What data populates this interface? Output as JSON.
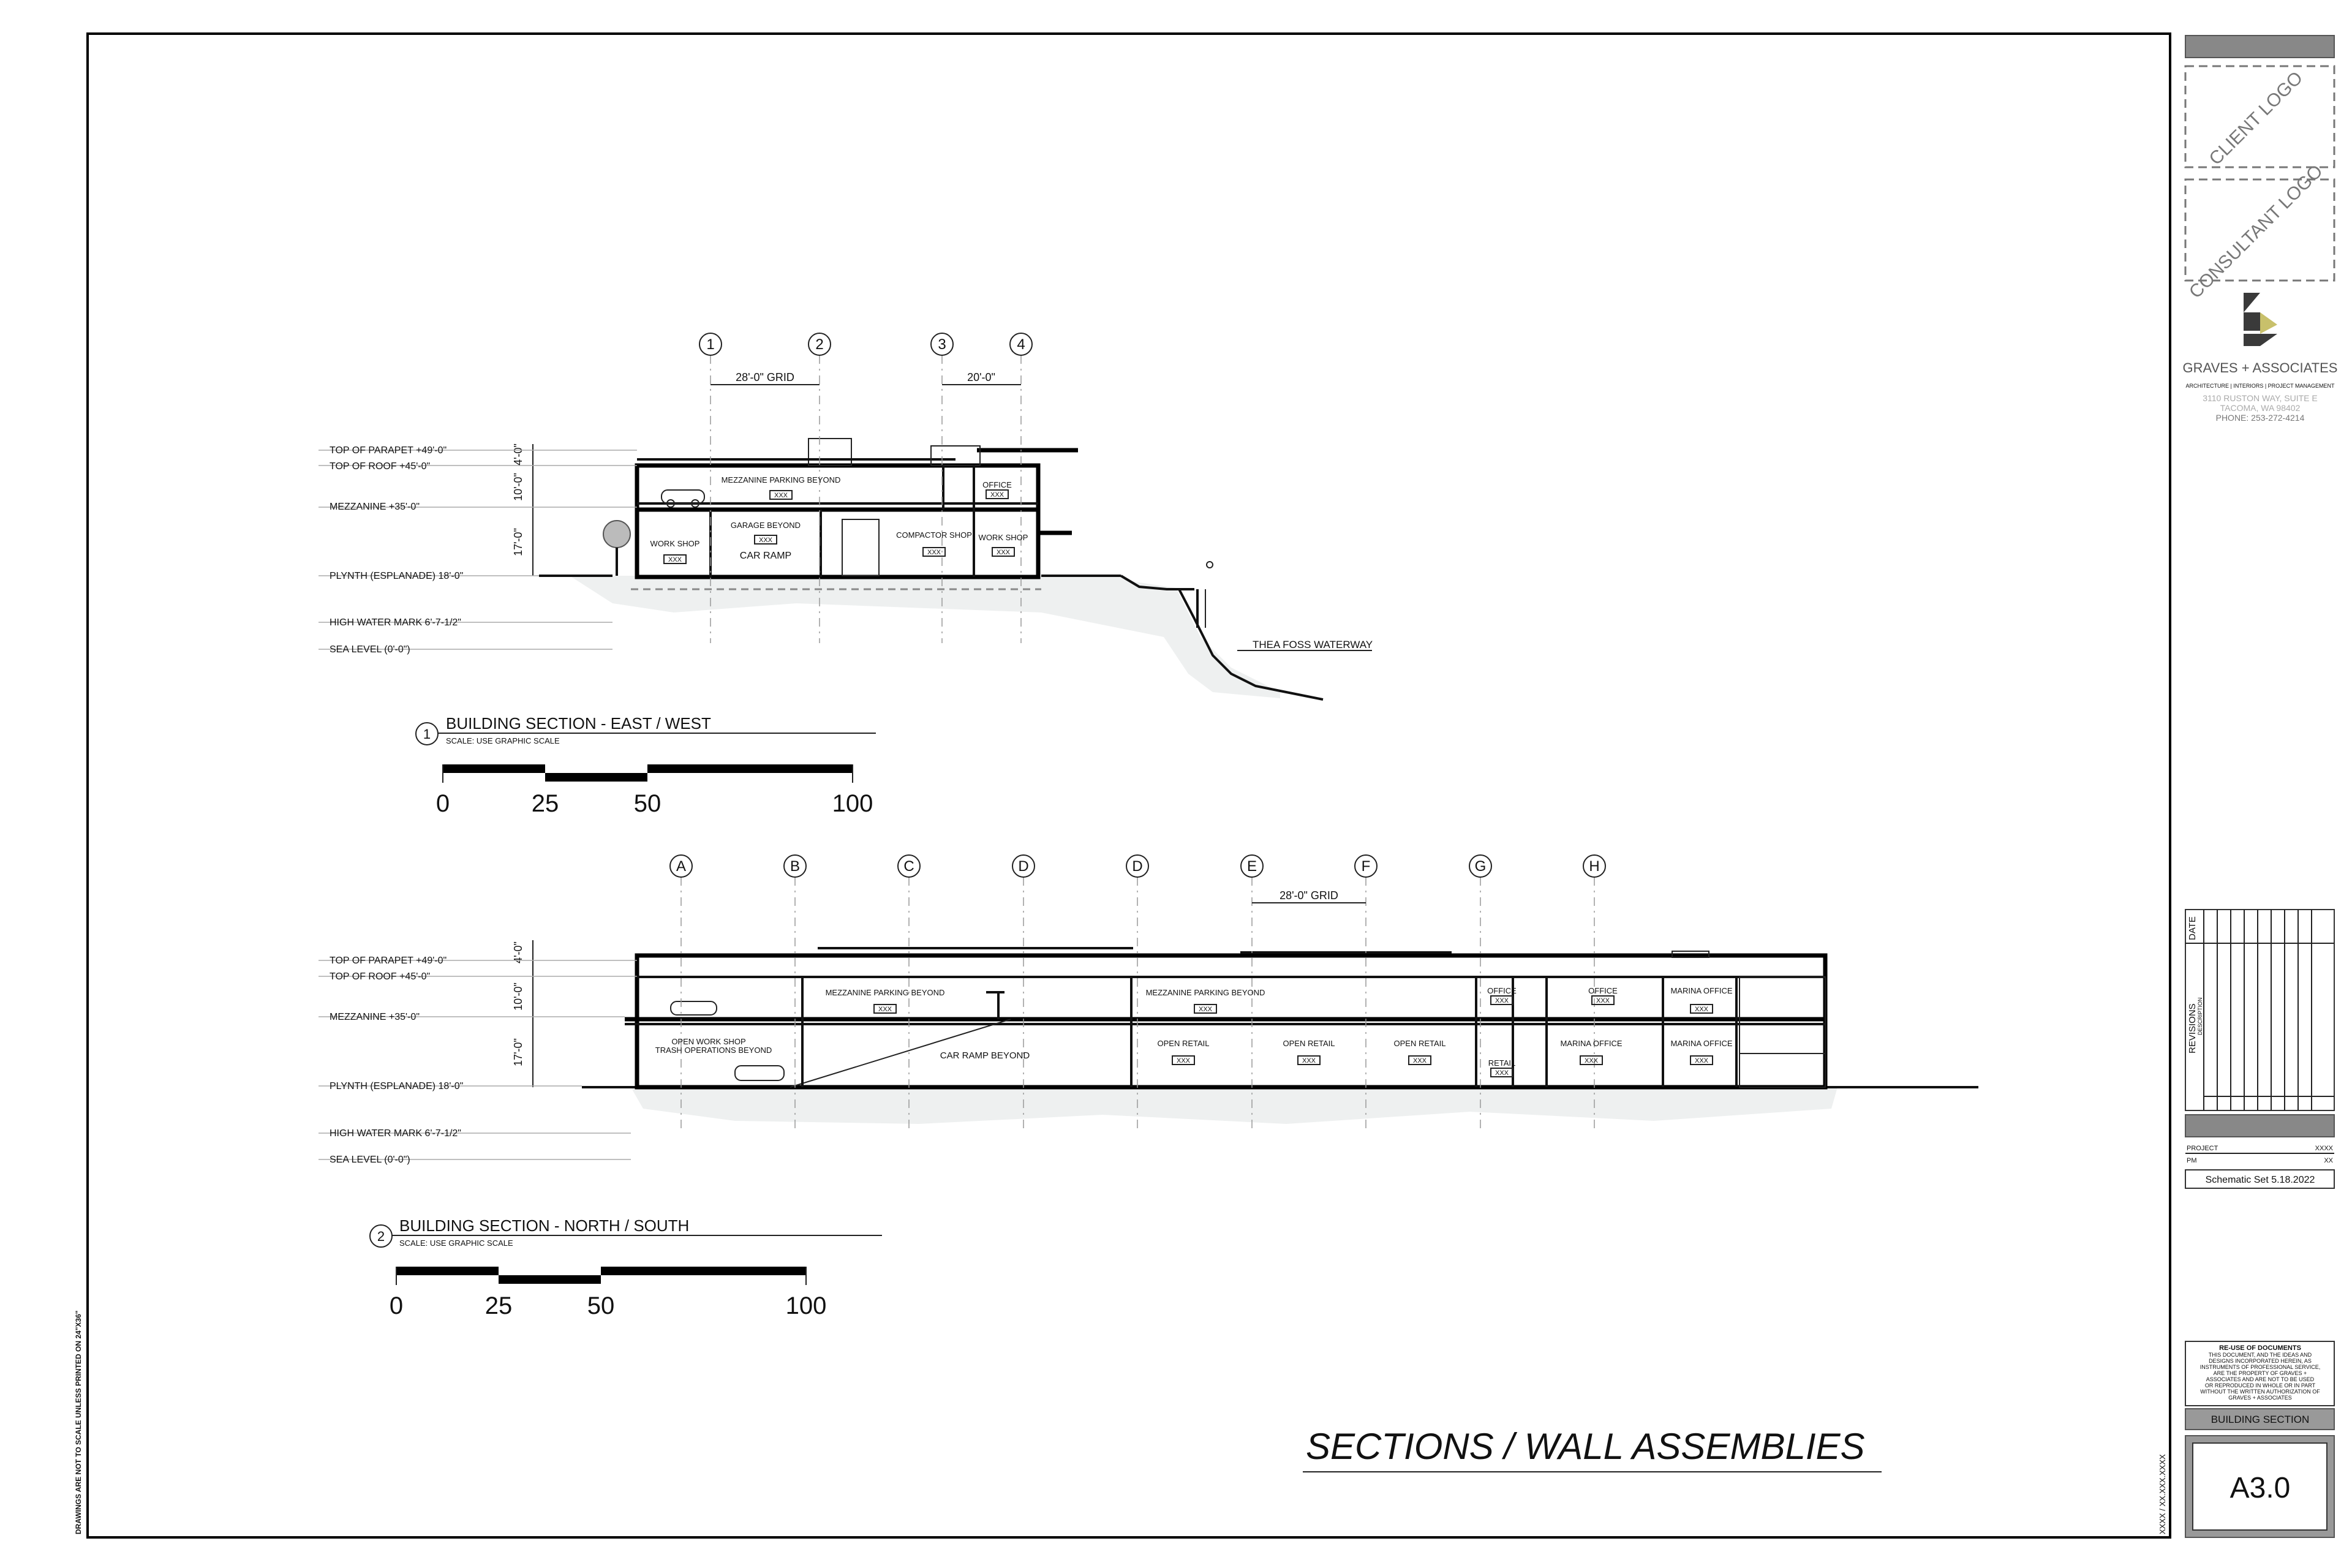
{
  "sheet_title": "SECTIONS / WALL ASSEMBLIES",
  "scale_note": "DRAWINGS ARE NOT TO SCALE UNLESS PRINTED ON 24\"X36\"",
  "sheet_code_vertical": "XXXX / XX.XXX.XXXX",
  "section1": {
    "number": "1",
    "title": "BUILDING SECTION - EAST / WEST",
    "scale": "SCALE:   USE GRAPHIC SCALE",
    "grid_labels": [
      "1",
      "2",
      "3",
      "4"
    ],
    "dim_a": "28'-0\" GRID",
    "dim_b": "20'-0\"",
    "levels": {
      "parapet": "TOP OF PARAPET  +49'-0\"",
      "roof": "TOP OF ROOF  +45'-0\"",
      "mezzanine": "MEZZANINE  +35'-0\"",
      "plynth": "PLYNTH (ESPLANADE)  18'-0\"",
      "high_water": "HIGH WATER MARK  6'-7-1/2\"",
      "sea": "SEA LEVEL (0'-0\")"
    },
    "vdims": [
      "4'-0\"",
      "10'-0\"",
      "17'-0\""
    ],
    "rooms": {
      "mezz_parking": "MEZZANINE PARKING BEYOND",
      "office": "OFFICE",
      "garage": "GARAGE BEYOND",
      "car_ramp": "CAR RAMP",
      "work_shop_l": "WORK SHOP",
      "compactor": "COMPACTOR SHOP",
      "work_shop_r": "WORK SHOP"
    },
    "waterway": "THEA FOSS WATERWAY",
    "scale_bar": [
      "0",
      "25",
      "50",
      "100"
    ]
  },
  "section2": {
    "number": "2",
    "title": "BUILDING SECTION - NORTH / SOUTH",
    "scale": "SCALE:   USE GRAPHIC SCALE",
    "grid_labels": [
      "A",
      "B",
      "C",
      "D",
      "D",
      "E",
      "F",
      "G",
      "H"
    ],
    "dim": "28'-0\" GRID",
    "levels": {
      "parapet": "TOP OF PARAPET  +49'-0\"",
      "roof": "TOP OF ROOF  +45'-0\"",
      "mezzanine": "MEZZANINE  +35'-0\"",
      "plynth": "PLYNTH (ESPLANADE)  18'-0\"",
      "high_water": "HIGH WATER MARK  6'-7-1/2\"",
      "sea": "SEA LEVEL (0'-0\")"
    },
    "vdims": [
      "4'-0\"",
      "10'-0\"",
      "17'-0\""
    ],
    "rooms": {
      "mezz_parking_1": "MEZZANINE PARKING BEYOND",
      "mezz_parking_2": "MEZZANINE PARKING BEYOND",
      "office_1": "OFFICE",
      "office_2": "OFFICE",
      "marina_office_top": "MARINA OFFICE",
      "open_work_shop": "OPEN WORK SHOP",
      "trash_ops": "TRASH OPERATIONS BEYOND",
      "car_ramp": "CAR RAMP BEYOND",
      "open_retail_1": "OPEN RETAIL",
      "open_retail_2": "OPEN RETAIL",
      "open_retail_3": "OPEN RETAIL",
      "retail": "RETAIL",
      "marina_office_1": "MARINA OFFICE",
      "marina_office_2": "MARINA OFFICE"
    },
    "scale_bar": [
      "0",
      "25",
      "50",
      "100"
    ]
  },
  "room_tag": "XXX",
  "title_block": {
    "client_logo": "CLIENT LOGO",
    "consultant_logo": "CONSULTANT LOGO",
    "firm": "GRAVES + ASSOCIATES",
    "firm_sub": "ARCHITECTURE | INTERIORS | PROJECT MANAGEMENT",
    "address1": "3110 RUSTON WAY, SUITE E",
    "address2": "TACOMA, WA 98402",
    "phone": "PHONE: 253-272-4214",
    "revisions": "REVISIONS",
    "date": "DATE",
    "description": "DESCRIPTION",
    "project_label": "PROJECT",
    "project_value": "XXXX",
    "pm_label": "PM",
    "pm_value": "XX",
    "set_name": "Schematic  Set  5.18.2022",
    "reuse_text": [
      "RE-USE OF DOCUMENTS",
      "THIS DOCUMENT, AND THE IDEAS AND",
      "DESIGNS INCORPORATED HEREIN, AS",
      "INSTRUMENTS OF PROFESSIONAL SERVICE,",
      "ARE THE PROPERTY OF GRAVES +",
      "ASSOCIATES AND ARE NOT TO BE USED",
      "OR REPRODUCED IN WHOLE OR IN PART",
      "WITHOUT THE WRITTEN AUTHORIZATION OF",
      "GRAVES + ASSOCIATES"
    ],
    "drawing_name": "BUILDING SECTION",
    "sheet_number": "A3.0"
  }
}
